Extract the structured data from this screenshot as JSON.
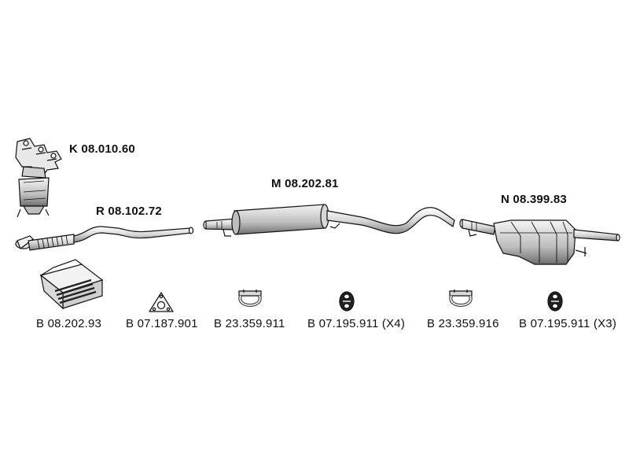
{
  "main_parts": [
    {
      "code": "K 08.010.60",
      "name": "catalytic-manifold"
    },
    {
      "code": "R 08.102.72",
      "name": "front-pipe"
    },
    {
      "code": "M 08.202.81",
      "name": "middle-silencer"
    },
    {
      "code": "N 08.399.83",
      "name": "rear-silencer"
    }
  ],
  "accessories": [
    {
      "code": "B 08.202.93",
      "name": "mounting-kit"
    },
    {
      "code": "B 07.187.901",
      "name": "flange-gasket"
    },
    {
      "code": "B 23.359.911",
      "name": "pipe-clamp"
    },
    {
      "code": "B 07.195.911 (X4)",
      "name": "rubber-hanger"
    },
    {
      "code": "B 23.359.916",
      "name": "pipe-clamp"
    },
    {
      "code": "B 07.195.911 (X3)",
      "name": "rubber-hanger"
    }
  ],
  "colors": {
    "line": "#111111",
    "fill_light": "#ececec",
    "fill_mid": "#c4c4c4",
    "fill_dark": "#8a8a8a"
  }
}
